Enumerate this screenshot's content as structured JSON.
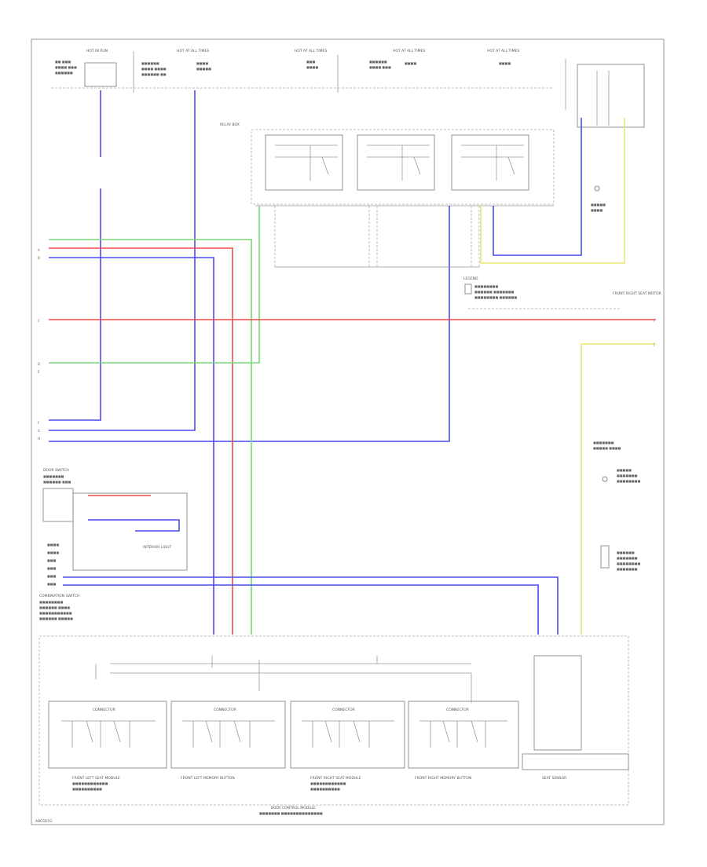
{
  "diagram": {
    "colors": {
      "blue": "#4a4af0",
      "red": "#f04a4a",
      "green": "#7ad67a",
      "yellow": "#e8e870",
      "frame": "#999999"
    },
    "labels": {
      "footer": "ABCDEFG",
      "fuse_1": "HOT IN RUN",
      "fuse_2": "HOT AT ALL TIMES",
      "fuse_3": "HOT AT ALL TIMES",
      "fuse_4": "HOT AT ALL TIMES",
      "fuse_5": "HOT AT ALL TIMES",
      "relay_box": "RELAY BOX",
      "door_switch": "DOOR SWITCH",
      "interior_light": "INTERIOR LIGHT",
      "combination_switch": "COMBINATION SWITCH",
      "connector_1": "CONNECTOR",
      "connector_2": "CONNECTOR",
      "connector_3": "CONNECTOR",
      "connector_4": "CONNECTOR",
      "module_1": "FRONT LEFT SEAT MODULE",
      "module_2": "FRONT LEFT MEMORY BUTTON",
      "module_3": "FRONT RIGHT SEAT MODULE",
      "module_4": "FRONT RIGHT MEMORY BUTTON",
      "sensor": "SEAT SENSOR",
      "body_module": "BODY CONTROL MODULE",
      "legend": "LEGEND",
      "right_label": "FRONT RIGHT SEAT MOTOR"
    }
  }
}
